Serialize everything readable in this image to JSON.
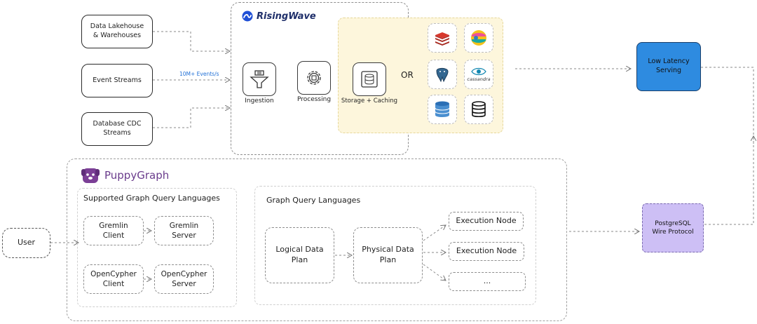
{
  "sources": [
    {
      "id": "lakehouse",
      "label": "Data Lakehouse & Warehouses"
    },
    {
      "id": "streams",
      "label": "Event Streams"
    },
    {
      "id": "cdc",
      "label": "Database CDC Streams"
    }
  ],
  "events_label": "10M+ Events/s",
  "risingwave": {
    "brand": "RisingWave",
    "ingestion": "Ingestion",
    "processing": "Processing",
    "storage": "Storage + Caching",
    "or_label": "OR",
    "cassandra_label": "cassandra"
  },
  "low_latency": "Low Latency Serving",
  "postgres": "PostgreSQL Wire Protocol",
  "user": "User",
  "puppygraph": {
    "brand": "PuppyGraph",
    "supported_title": "Supported Graph Query Languages",
    "gremlin_client": "Gremlin Client",
    "gremlin_server": "Gremlin Server",
    "opencypher_client": "OpenCypher Client",
    "opencypher_server": "OpenCypher Server",
    "gql_title": "Graph Query Languages",
    "logical": "Logical Data Plan",
    "physical": "Physical Data Plan",
    "exec1": "Execution Node",
    "exec2": "Execution Node",
    "more": "..."
  },
  "colors": {
    "risingwave_blue": "#1f4fd6",
    "storage_bg": "#fdf6dc",
    "low_latency_bg": "#2e8be0",
    "postgres_bg": "#cdbff5",
    "puppy_purple": "#6a3c8c",
    "events_blue": "#1f6fd6"
  }
}
